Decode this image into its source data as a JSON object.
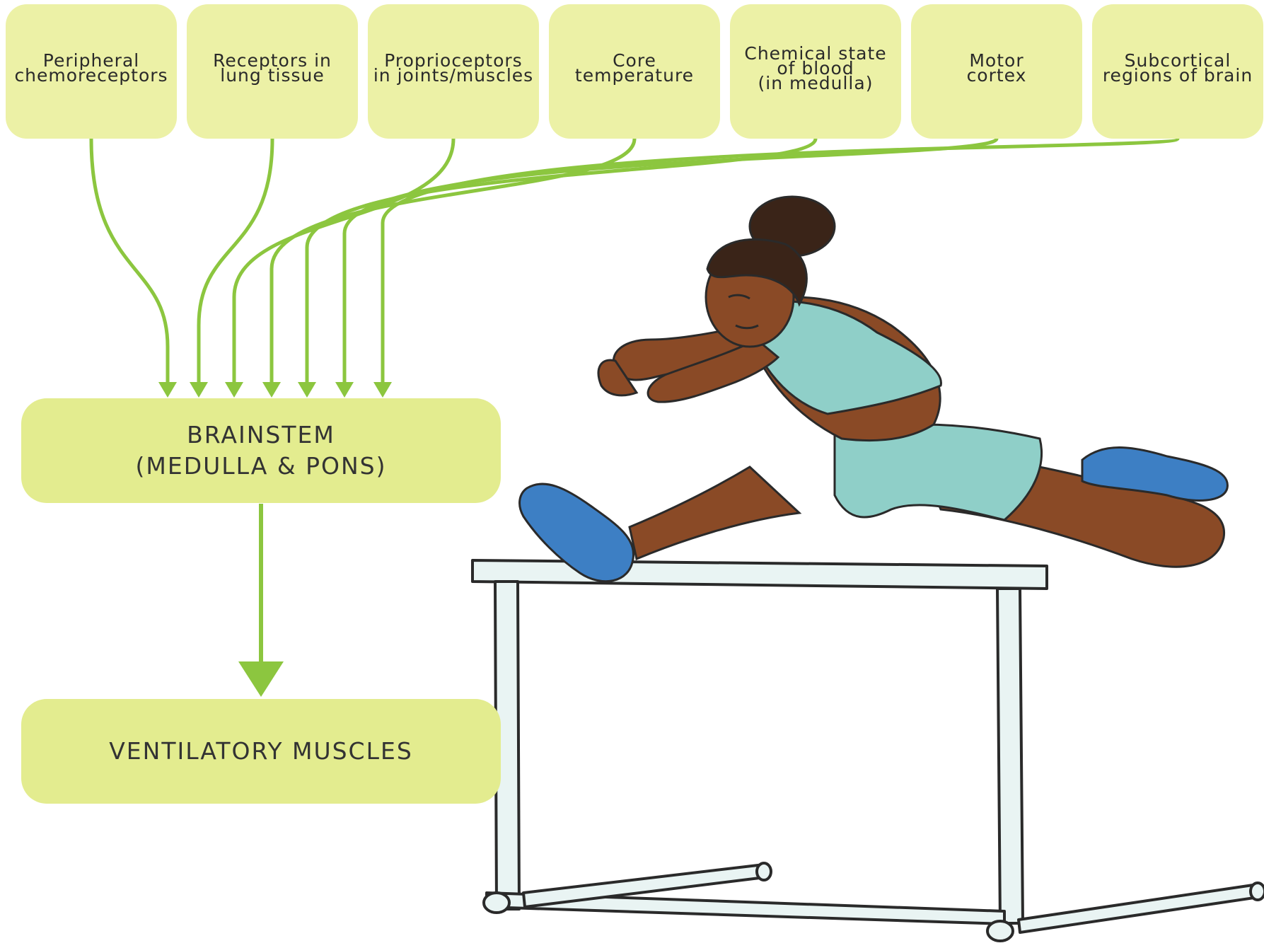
{
  "colors": {
    "box_fill": "#ecf1a6",
    "big_box_fill": "#e3ec8f",
    "arrow": "#8cc63f",
    "skin": "#8a4a26",
    "outfit": "#8fcfc8",
    "shoe": "#3d7fc4",
    "hurdle": "#e9f4f3"
  },
  "inputs": [
    {
      "lines": [
        "Peripheral",
        "chemoreceptors"
      ]
    },
    {
      "lines": [
        "Receptors in",
        "lung tissue"
      ]
    },
    {
      "lines": [
        "Proprioceptors",
        "in joints/muscles"
      ]
    },
    {
      "lines": [
        "Core",
        "temperature"
      ]
    },
    {
      "lines": [
        "Chemical state",
        "of blood",
        "(in medulla)"
      ]
    },
    {
      "lines": [
        "Motor",
        "cortex"
      ]
    },
    {
      "lines": [
        "Subcortical",
        "regions of brain"
      ]
    }
  ],
  "brainstem": {
    "line1": "BRAINSTEM",
    "line2": "(MEDULLA & PONS)"
  },
  "ventilatory": {
    "label": "VENTILATORY MUSCLES"
  },
  "illustration": {
    "subject": "hurdler-athlete"
  }
}
